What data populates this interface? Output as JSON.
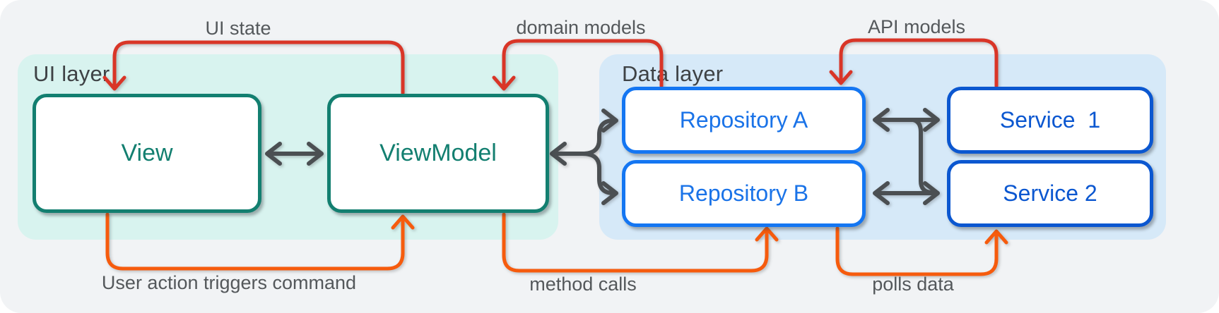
{
  "colors": {
    "background": "#f1f3f5",
    "ui_panel_fill": "#d8f3ef",
    "data_panel_fill": "#d6e9f8",
    "teal_node": "#137f70",
    "repository_node_border": "#1476f2",
    "repository_node_text": "#1a73e8",
    "service_node": "#0b57d0",
    "red_arrow": "#d93527",
    "orange_arrow": "#f65b0d",
    "dark_arrow": "#4b4f52",
    "edge_label_text": "#54585b",
    "panel_title_text": "#3e4245"
  },
  "panels": {
    "ui": {
      "title": "UI layer"
    },
    "data": {
      "title": "Data layer"
    }
  },
  "nodes": {
    "view": {
      "label": "View"
    },
    "viewmodel": {
      "label": "ViewModel"
    },
    "repository_a": {
      "label": "Repository A"
    },
    "repository_b": {
      "label": "Repository B"
    },
    "service_1": {
      "label": "Service  1"
    },
    "service_2": {
      "label": "Service 2"
    }
  },
  "edges": {
    "ui_state": {
      "label": "UI state",
      "from": "ViewModel",
      "to": "View",
      "color": "#d93527"
    },
    "domain_models": {
      "label": "domain models",
      "from": "Repository A",
      "to": "ViewModel",
      "color": "#d93527"
    },
    "api_models": {
      "label": "API models",
      "from": "Service 1",
      "to": "Repository A",
      "color": "#d93527"
    },
    "user_action": {
      "label": "User action triggers command",
      "from": "View",
      "to": "ViewModel",
      "color": "#f65b0d"
    },
    "method_calls": {
      "label": "method calls",
      "from": "ViewModel",
      "to": "Repository B",
      "color": "#f65b0d"
    },
    "polls_data": {
      "label": "polls data",
      "from": "Repository B",
      "to": "Service 2",
      "color": "#f65b0d"
    },
    "view_viewmodel": {
      "label": "",
      "from": "View",
      "to": "ViewModel",
      "color": "#4b4f52"
    },
    "viewmodel_repositories": {
      "label": "",
      "from": "ViewModel",
      "to": "Repositories",
      "color": "#4b4f52"
    },
    "repositories_services": {
      "label": "",
      "from": "Repositories",
      "to": "Services",
      "color": "#4b4f52"
    }
  }
}
